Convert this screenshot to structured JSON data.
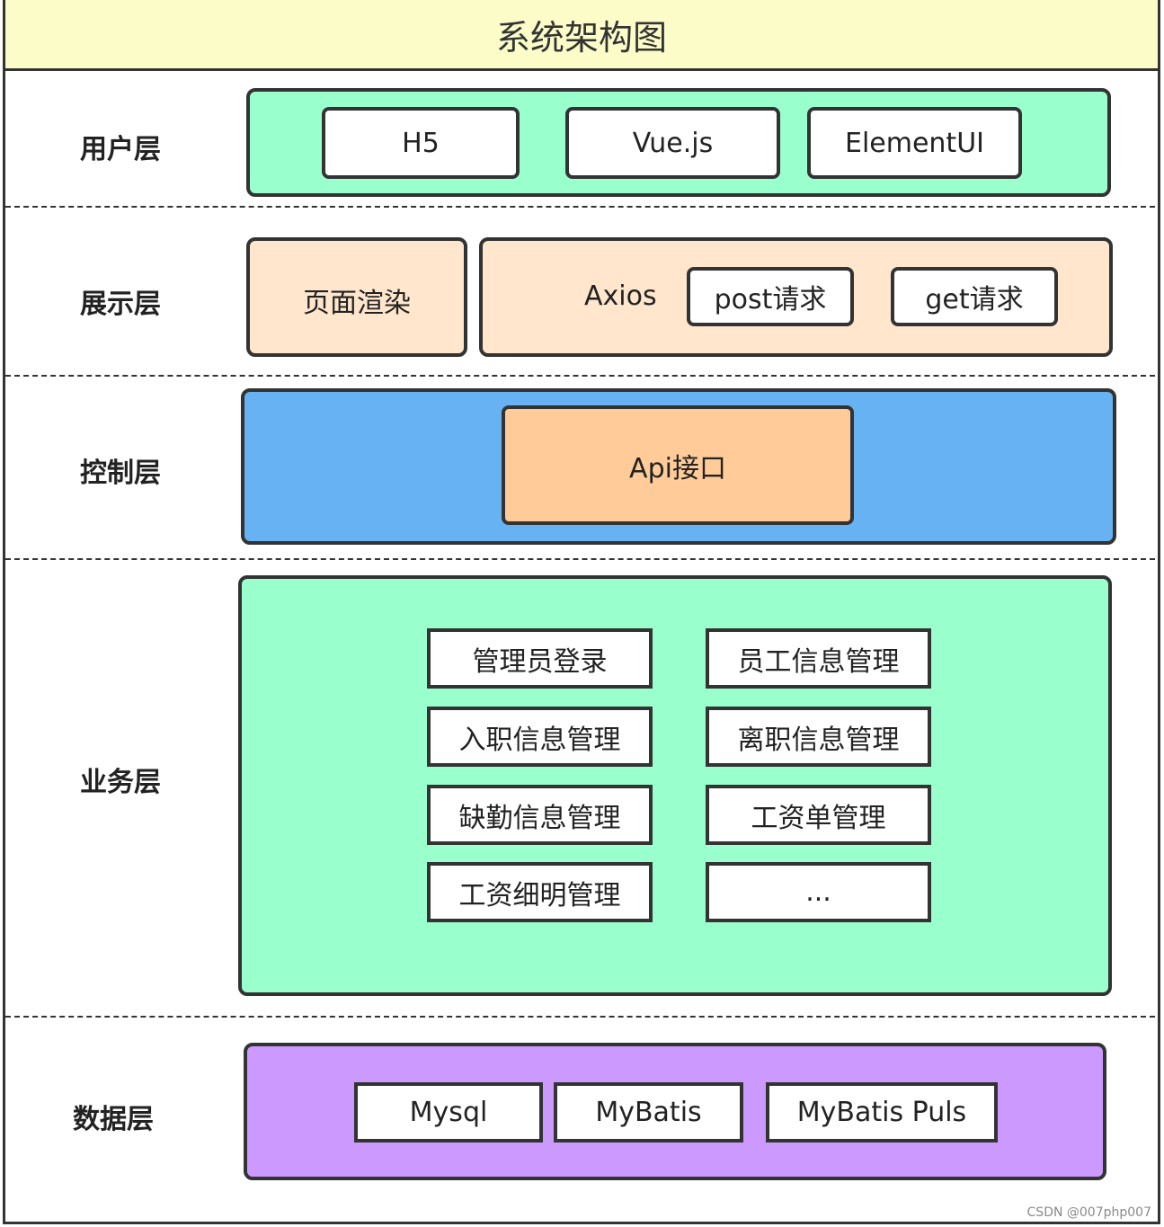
{
  "title": "系统架构图",
  "layers": {
    "user": {
      "label": "用户层",
      "items": [
        "H5",
        "Vue.js",
        "ElementUI"
      ]
    },
    "presentation": {
      "label": "展示层",
      "render": "页面渲染",
      "axios": "Axios",
      "requests": [
        "post请求",
        "get请求"
      ]
    },
    "control": {
      "label": "控制层",
      "api": "Api接口"
    },
    "business": {
      "label": "业务层",
      "modules": [
        "管理员登录",
        "员工信息管理",
        "入职信息管理",
        "离职信息管理",
        "缺勤信息管理",
        "工资单管理",
        "工资细明管理",
        "..."
      ]
    },
    "data": {
      "label": "数据层",
      "items": [
        "Mysql",
        "MyBatis",
        "MyBatis Puls"
      ]
    }
  },
  "colors": {
    "title_bg": "#fcfcc9",
    "user_bg": "#99ffcc",
    "presentation_bg": "#ffe6cc",
    "control_bg": "#66b2f2",
    "api_bg": "#ffcc99",
    "business_bg": "#99ffcc",
    "data_bg": "#cc99ff"
  },
  "watermark": "CSDN @007php007"
}
